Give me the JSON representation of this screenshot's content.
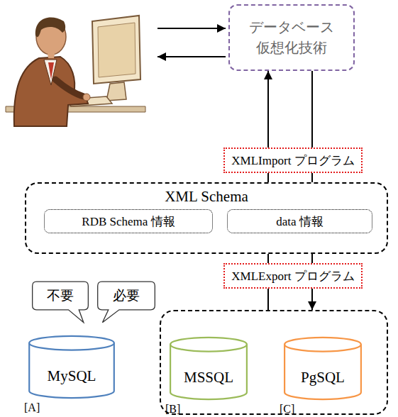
{
  "diagram": {
    "nodes": [
      {
        "text": [
          "データベース 仮想化技術"
        ]
      },
      {
        "text": [
          "XMLImport プログラム"
        ]
      },
      {
        "text": [
          "XML Schema"
        ]
      },
      {
        "text": [
          "RDB Schema 情報"
        ],
        "in": 2
      },
      {
        "text": [
          "data 情報"
        ],
        "in": 2
      },
      {
        "text": [
          "XMLExport プログラム"
        ]
      },
      {
        "text": [
          "不要"
        ]
      },
      {
        "text": [
          "必要"
        ]
      },
      {
        "text": [
          "MySQL",
          "[A]"
        ]
      },
      {
        "text": []
      },
      {
        "text": [
          "MSSQL",
          "[B]"
        ],
        "in": 9
      },
      {
        "text": [
          "PgSQL",
          "[C]"
        ],
        "in": 9
      }
    ],
    "edges": [
      {
        "from": 2,
        "to": 1,
        "arrow": "none"
      },
      {
        "from": 1,
        "to": 0,
        "arrow": "to"
      },
      {
        "from": 0,
        "to": 1,
        "arrow": "none"
      },
      {
        "from": 1,
        "to": 2,
        "arrow": "none"
      },
      {
        "from": 2,
        "to": 5,
        "arrow": "none"
      },
      {
        "from": 5,
        "to": 9,
        "arrow": "none"
      },
      {
        "from": 2,
        "to": 5,
        "arrow": "none"
      },
      {
        "from": 5,
        "to": 9,
        "arrow": "to"
      }
    ]
  }
}
